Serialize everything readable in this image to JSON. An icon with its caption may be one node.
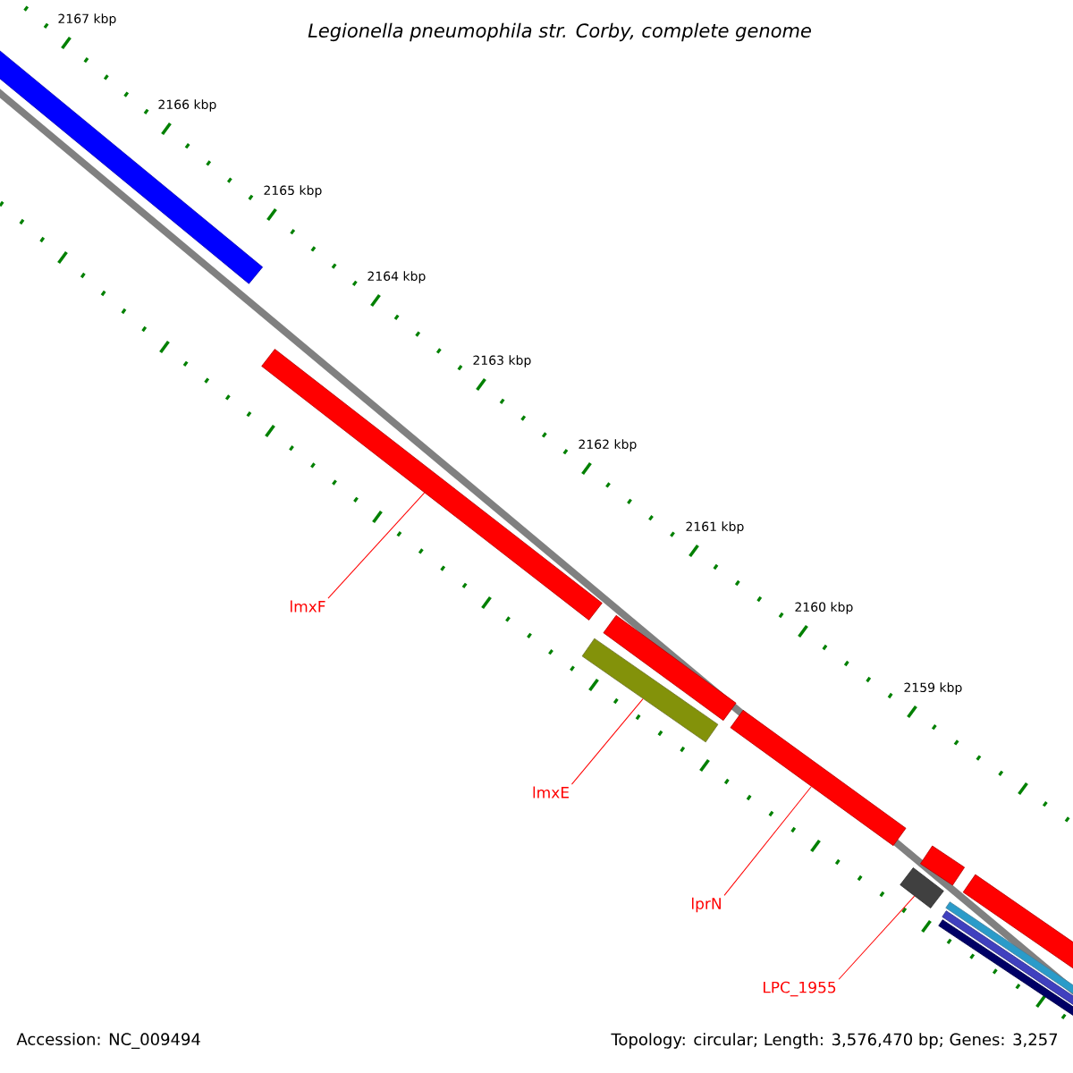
{
  "diagram": {
    "title": "Legionella pneumophila str. Corby, complete genome",
    "nodes": [
      {
        "text": [],
        "shape": "bar"
      },
      {
        "text": [],
        "shape": "bar"
      },
      {
        "text": [],
        "shape": "bar"
      },
      {
        "text": [],
        "shape": "bar"
      },
      {
        "text": [
          "lmxF"
        ]
      },
      {
        "text": [
          "lmxE"
        ]
      },
      {
        "text": [
          "lprN"
        ]
      },
      {
        "text": [
          "LPC_1955"
        ]
      }
    ],
    "edges": [
      {
        "from": 4,
        "to": 0,
        "arrow": "none"
      },
      {
        "from": 5,
        "to": 1,
        "arrow": "none"
      },
      {
        "from": 6,
        "to": 2,
        "arrow": "none"
      },
      {
        "from": 7,
        "to": 3,
        "arrow": "none"
      }
    ],
    "labels": [
      "2167 kbp",
      "2166 kbp",
      "2165 kbp",
      "2164 kbp",
      "2163 kbp",
      "2162 kbp",
      "2161 kbp",
      "2160 kbp",
      "2159 kbp",
      "Accession: NC_009494",
      "Topology: circular; Length: 3,576,470 bp; Genes: 3,257"
    ]
  }
}
